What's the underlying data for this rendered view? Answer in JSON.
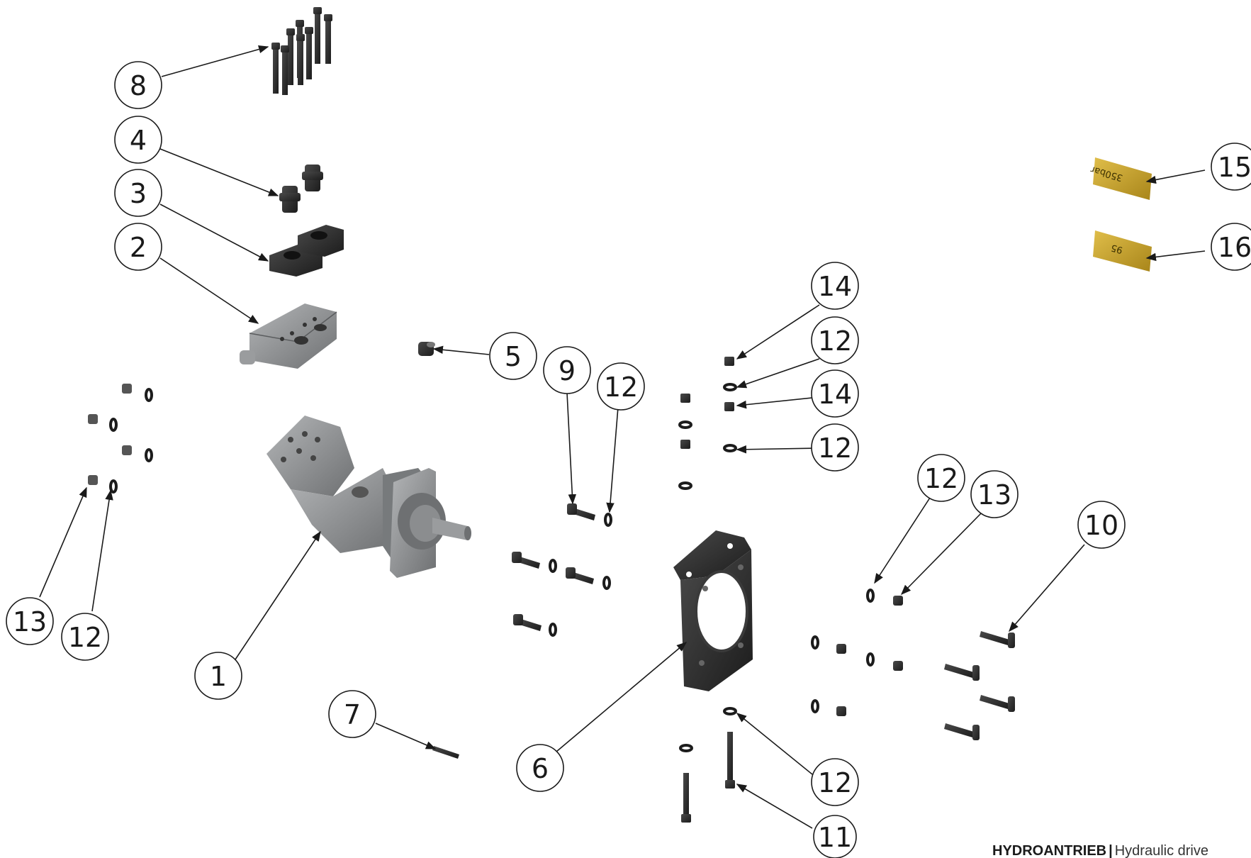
{
  "callouts": [
    {
      "id": "callout-1",
      "label": "1"
    },
    {
      "id": "callout-2",
      "label": "2"
    },
    {
      "id": "callout-3",
      "label": "3"
    },
    {
      "id": "callout-4",
      "label": "4"
    },
    {
      "id": "callout-5",
      "label": "5"
    },
    {
      "id": "callout-6",
      "label": "6"
    },
    {
      "id": "callout-7",
      "label": "7"
    },
    {
      "id": "callout-8",
      "label": "8"
    },
    {
      "id": "callout-9",
      "label": "9"
    },
    {
      "id": "callout-10",
      "label": "10"
    },
    {
      "id": "callout-11",
      "label": "11"
    },
    {
      "id": "callout-12-a",
      "label": "12"
    },
    {
      "id": "callout-12-b",
      "label": "12"
    },
    {
      "id": "callout-12-c",
      "label": "12"
    },
    {
      "id": "callout-12-d",
      "label": "12"
    },
    {
      "id": "callout-12-e",
      "label": "12"
    },
    {
      "id": "callout-12-f",
      "label": "12"
    },
    {
      "id": "callout-13-a",
      "label": "13"
    },
    {
      "id": "callout-13-b",
      "label": "13"
    },
    {
      "id": "callout-14-a",
      "label": "14"
    },
    {
      "id": "callout-14-b",
      "label": "14"
    },
    {
      "id": "callout-15",
      "label": "15"
    },
    {
      "id": "callout-16",
      "label": "16"
    }
  ],
  "plates": {
    "plate_15_value": "350bar",
    "plate_16_value": "95"
  },
  "footer": {
    "brand": "HYDROANTRIEB",
    "separator": "|",
    "subtitle": "Hydraulic drive"
  },
  "colors": {
    "ink": "#1a1a1a",
    "part_grey": "#8b8d8f",
    "part_dark": "#2b2b2b",
    "plate_gold": "#c9a227"
  }
}
